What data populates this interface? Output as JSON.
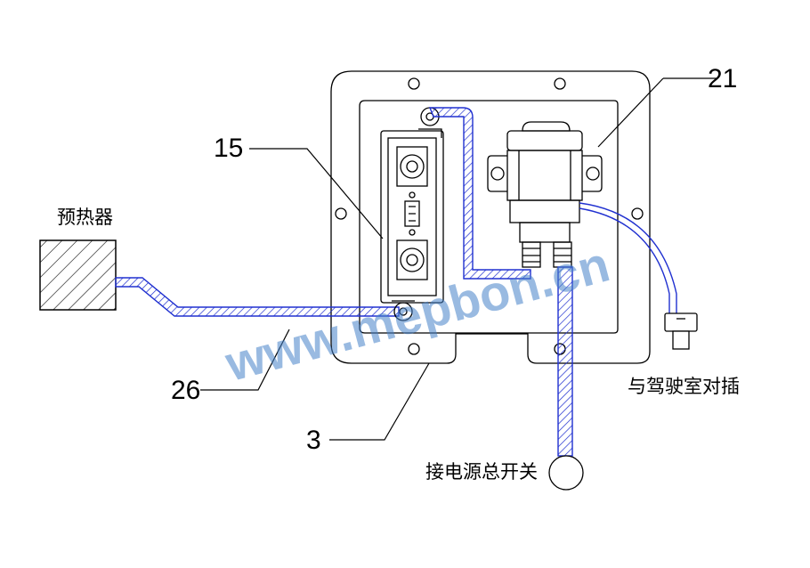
{
  "labels": {
    "preheater": "预热器",
    "part_15": "15",
    "part_21": "21",
    "part_26": "26",
    "part_3": "3",
    "cab_plug": "与驾驶室对插",
    "main_power_switch": "接电源总开关"
  },
  "watermark": "www.mepbon.cn",
  "colors": {
    "line": "#000000",
    "cable": "#2030d0",
    "watermark": "#4682c8"
  }
}
